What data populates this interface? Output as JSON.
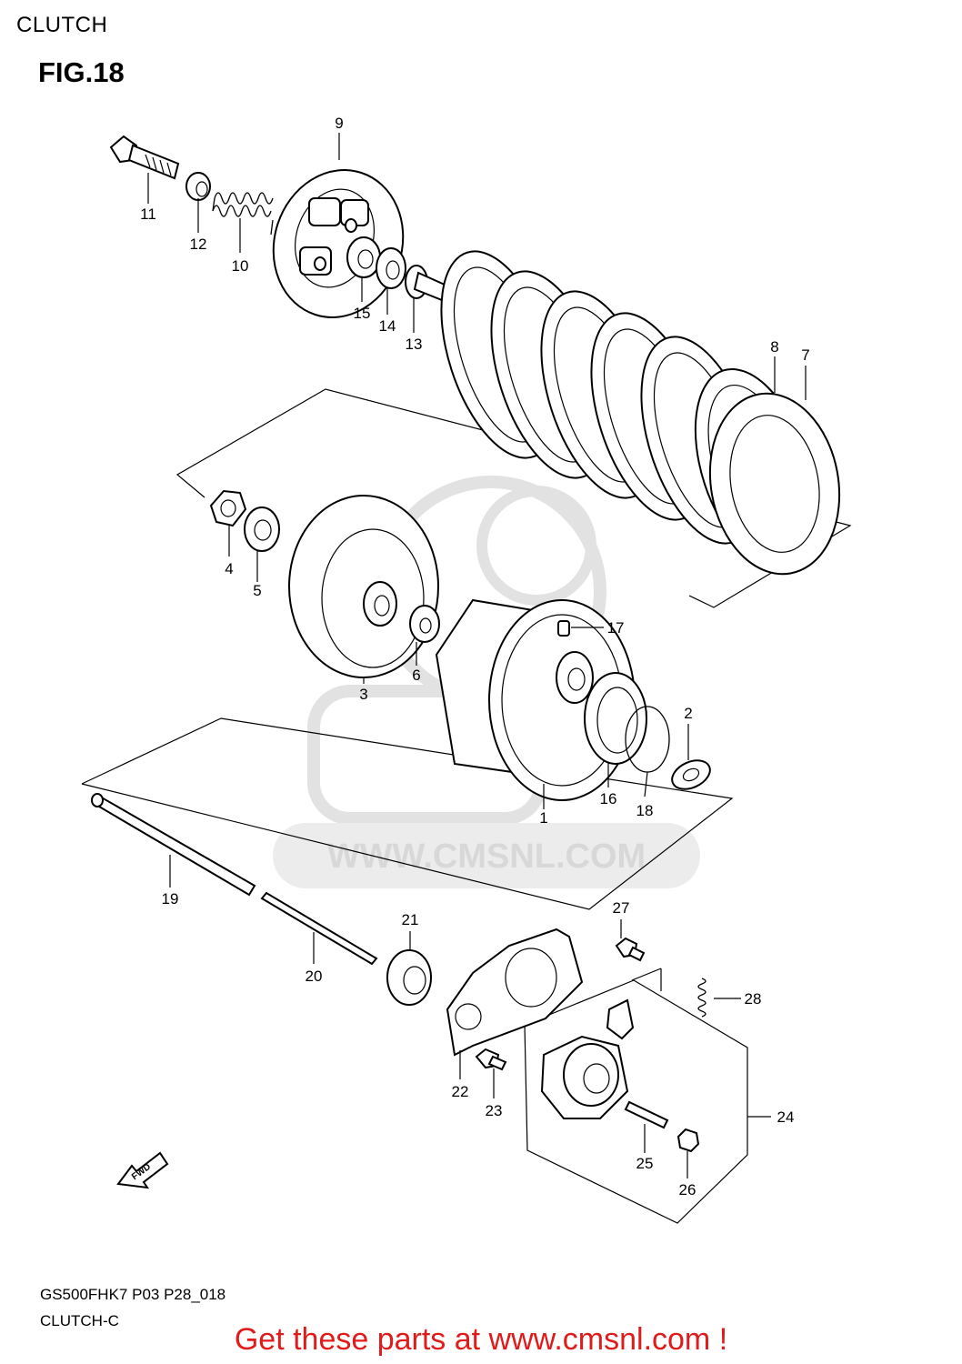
{
  "header": {
    "section": "CLUTCH",
    "figure": "FIG.18"
  },
  "watermark": {
    "text": "WWW.CMSNL.COM",
    "color": "#d8d8d8"
  },
  "fwd_label": "FWD",
  "callouts": [
    {
      "id": "p1",
      "label": "1"
    },
    {
      "id": "p2",
      "label": "2"
    },
    {
      "id": "p3",
      "label": "3"
    },
    {
      "id": "p4",
      "label": "4"
    },
    {
      "id": "p5",
      "label": "5"
    },
    {
      "id": "p6",
      "label": "6"
    },
    {
      "id": "p7",
      "label": "7"
    },
    {
      "id": "p8",
      "label": "8"
    },
    {
      "id": "p9",
      "label": "9"
    },
    {
      "id": "p10",
      "label": "10"
    },
    {
      "id": "p11",
      "label": "11"
    },
    {
      "id": "p12",
      "label": "12"
    },
    {
      "id": "p13",
      "label": "13"
    },
    {
      "id": "p14",
      "label": "14"
    },
    {
      "id": "p15",
      "label": "15"
    },
    {
      "id": "p16",
      "label": "16"
    },
    {
      "id": "p17",
      "label": "17"
    },
    {
      "id": "p18",
      "label": "18"
    },
    {
      "id": "p19",
      "label": "19"
    },
    {
      "id": "p20",
      "label": "20"
    },
    {
      "id": "p21",
      "label": "21"
    },
    {
      "id": "p22",
      "label": "22"
    },
    {
      "id": "p23",
      "label": "23"
    },
    {
      "id": "p24",
      "label": "24"
    },
    {
      "id": "p25",
      "label": "25"
    },
    {
      "id": "p26",
      "label": "26"
    },
    {
      "id": "p27",
      "label": "27"
    },
    {
      "id": "p28",
      "label": "28"
    }
  ],
  "footer": {
    "model_code": "GS500FHK7 P03 P28_018",
    "diagram_code": "CLUTCH-C",
    "promo": "Get these parts at www.cmsnl.com !",
    "promo_color": "#e01b1b"
  }
}
